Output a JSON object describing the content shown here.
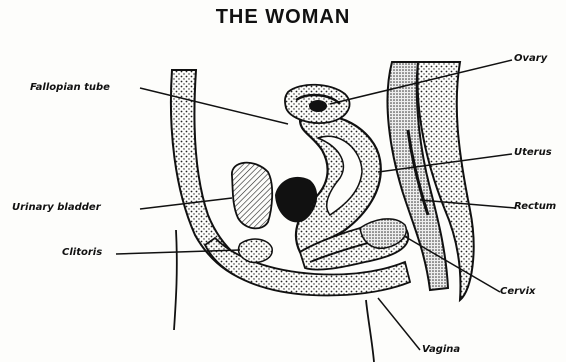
{
  "title": "THE  WOMAN",
  "labels": {
    "fallopian_tube": "Fallopian tube",
    "urinary_bladder": "Urinary bladder",
    "clitoris": "Clitoris",
    "ovary": "Ovary",
    "uterus": "Uterus",
    "rectum": "Rectum",
    "cervix": "Cervix",
    "vagina": "Vagina"
  },
  "colors": {
    "ink": "#111111",
    "paper": "#fdfdfb"
  }
}
